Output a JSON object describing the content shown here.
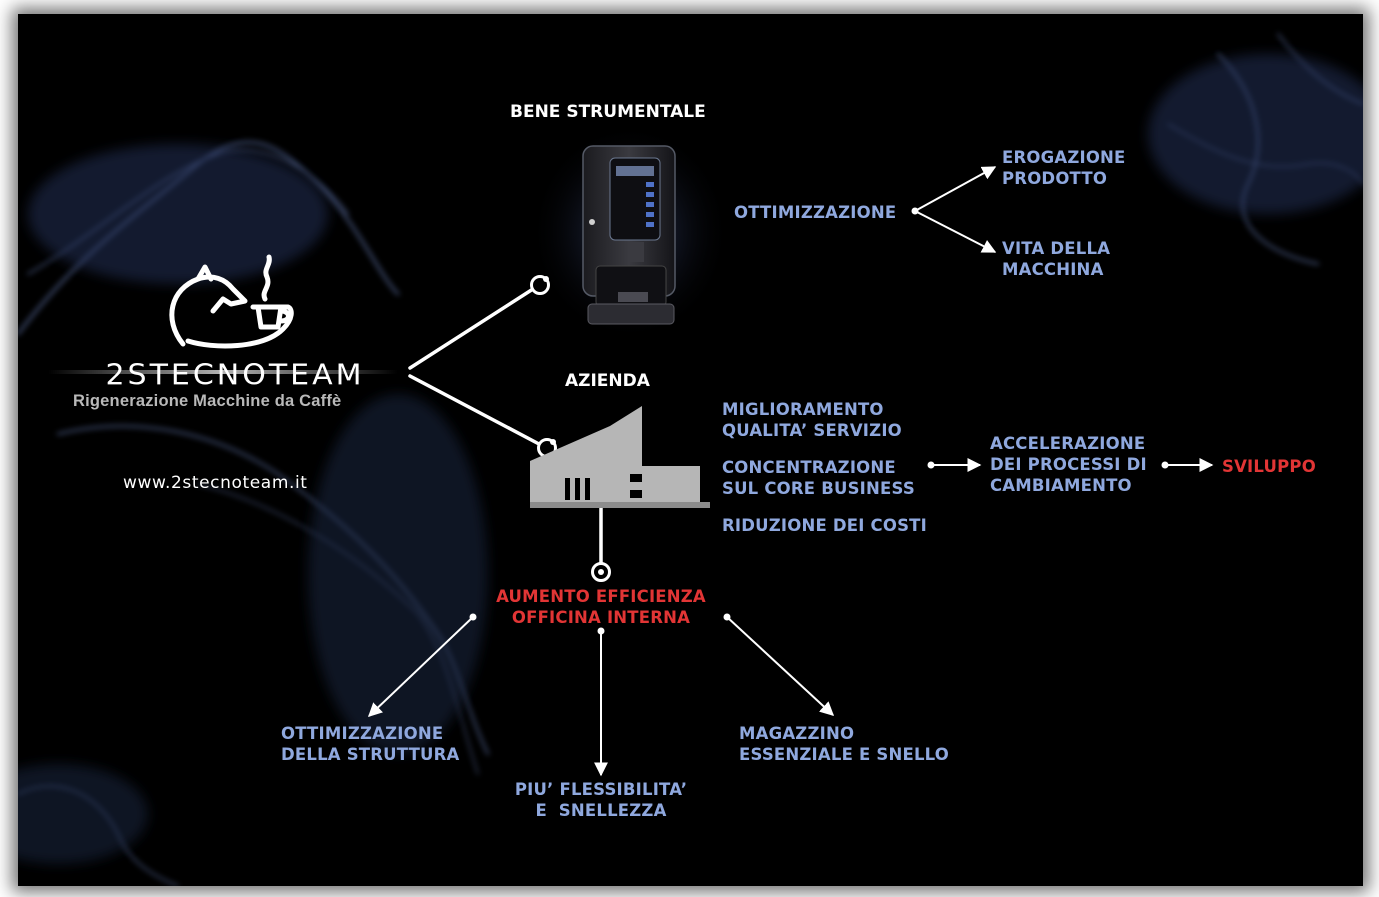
{
  "logo": {
    "brand": "2STECNOTEAM",
    "tagline": "Rigenerazione Macchine da Caffè",
    "website": "www.2stecnoteam.it"
  },
  "branches": {
    "bene_strumentale": {
      "title": "BENE STRUMENTALE",
      "optimization": "OTTIMIZZAZIONE",
      "outcomes": [
        [
          "EROGAZIONE",
          "PRODOTTO"
        ],
        [
          "VITA DELLA",
          "MACCHINA"
        ]
      ]
    },
    "azienda": {
      "title": "AZIENDA",
      "benefits": [
        [
          "MIGLIORAMENTO",
          "QUALITA’ SERVIZIO"
        ],
        [
          "CONCENTRAZIONE",
          "SUL CORE BUSINESS"
        ],
        [
          "RIDUZIONE DEI COSTI"
        ]
      ],
      "acceleration": [
        "ACCELERAZIONE",
        "DEI PROCESSI DI",
        "CAMBIAMENTO"
      ],
      "development": "SVILUPPO",
      "efficiency": [
        "AUMENTO EFFICIENZA",
        "OFFICINA INTERNA"
      ],
      "results": [
        [
          "OTTIMIZZAZIONE",
          "DELLA STRUTTURA"
        ],
        [
          "PIU’ FLESSIBILITA’",
          "E  SNELLEZZA"
        ],
        [
          "MAGAZZINO",
          "ESSENZIALE E SNELLO"
        ]
      ]
    }
  },
  "colors": {
    "background": "#000000",
    "label_blue": "#8fa8de",
    "highlight_red": "#e23535",
    "connector": "#ffffff"
  }
}
